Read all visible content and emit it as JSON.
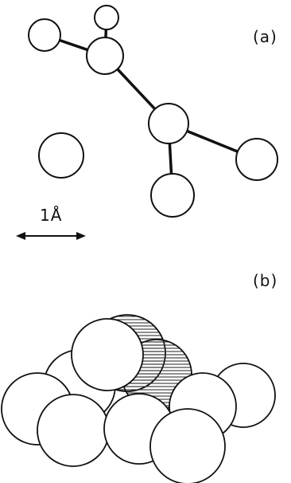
{
  "panel_a": {
    "label": "(a)",
    "scale_label": "1Å"
  },
  "panel_b": {
    "label": "(b)"
  },
  "colors": {
    "stroke": "#111111",
    "fill": "#ffffff",
    "hatch": "#333333"
  }
}
